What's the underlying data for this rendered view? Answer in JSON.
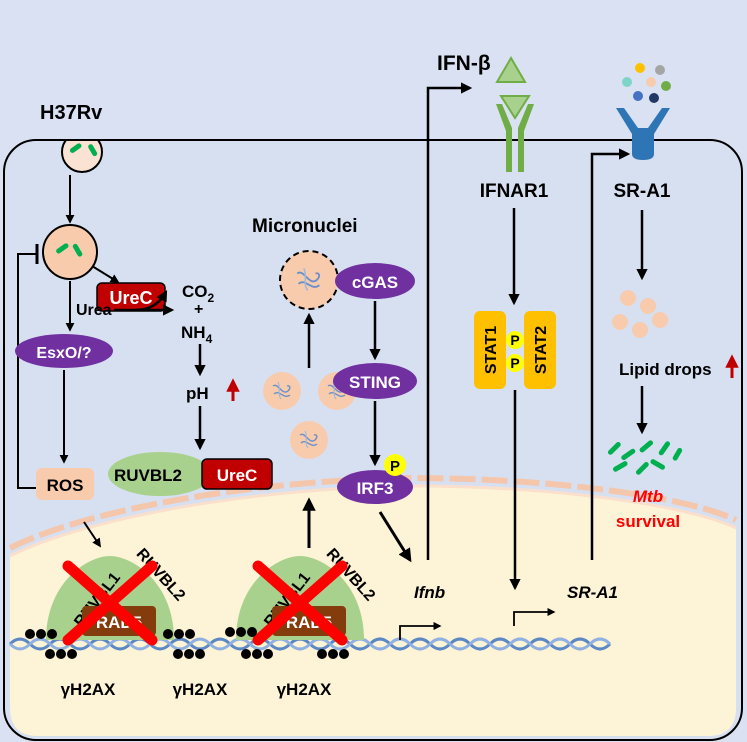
{
  "labels": {
    "h37rv": "H37Rv",
    "ifn_beta": "IFN-β",
    "ifnar1": "IFNAR1",
    "sra1_receptor": "SR-A1",
    "micronuclei": "Micronuclei",
    "urec": "UreC",
    "co2": "CO",
    "co2_sub": "2",
    "plus": "+",
    "nh4": "NH",
    "nh4_sub": "4",
    "urea": "Urea",
    "esxo": "EsxO/?",
    "ph": "pH",
    "ruvbl2_urec_left": "RUVBL2",
    "ruvbl2_urec_right": "UreC",
    "ros": "ROS",
    "cgas": "cGAS",
    "sting": "STING",
    "irf3": "IRF3",
    "phospho": "P",
    "stat1": "STAT1",
    "stat2": "STAT2",
    "lipid_drops": "Lipid drops",
    "mtb": "Mtb",
    "survival": "survival",
    "ifnb_gene": "Ifnb",
    "sra1_gene": "SR-A1",
    "ruvbl1": "RUVBL1",
    "ruvbl2": "RUVBL2",
    "rad5": "RAD5",
    "gamma_h2ax": "γH2AX"
  },
  "colors": {
    "outside": "#d9e1f2",
    "cytoplasm": "#d7e0f1",
    "nucleus": "#fdf3d6",
    "urec": "#c00000",
    "purple": "#7030a0",
    "green_pill": "#a9d18e",
    "ros": "#f8cbad",
    "stat": "#ffc000",
    "phospho": "#ffff00",
    "receptor_green": "#70ad47",
    "receptor_blue": "#2e75b6",
    "red_text": "#ff0000",
    "dark_red_arrow": "#c00000",
    "rad5": "#843c0c",
    "cross": "#ff0000",
    "bacteria": "#00b050"
  }
}
